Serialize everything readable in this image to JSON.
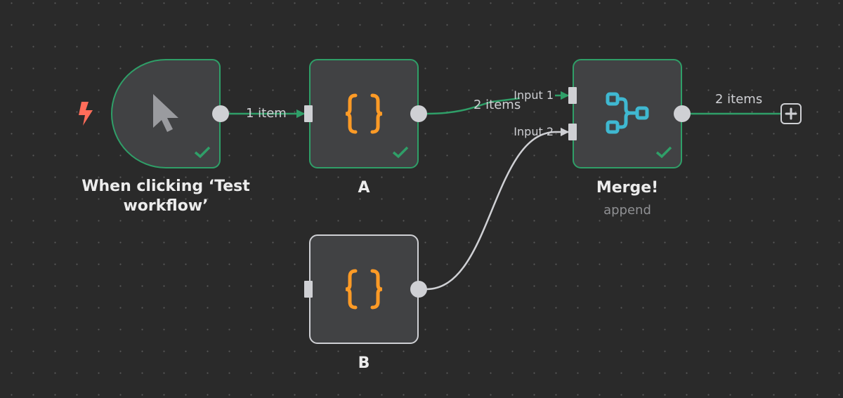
{
  "canvas": {
    "background": "#2a2a2a",
    "colors": {
      "success": "#2f9f68",
      "idle": "#cfd0d4",
      "code_icon": "#ff9b26",
      "merge_icon": "#3fb8d1",
      "trigger_bolt": "#ff6d5a"
    }
  },
  "nodes": {
    "trigger": {
      "label": "When clicking ‘Test workflow’",
      "icon": "cursor-pointer-icon",
      "status": "success"
    },
    "a": {
      "label": "A",
      "icon": "code-braces-icon",
      "status": "success"
    },
    "b": {
      "label": "B",
      "icon": "code-braces-icon",
      "status": "idle"
    },
    "merge": {
      "label": "Merge!",
      "sublabel": "append",
      "icon": "merge-icon",
      "status": "success",
      "inputs": [
        "Input 1",
        "Input 2"
      ]
    }
  },
  "connections": [
    {
      "from": "trigger",
      "to": "a",
      "label": "1 item",
      "status": "success"
    },
    {
      "from": "a",
      "to": "merge.input1",
      "label": "2 items",
      "status": "success"
    },
    {
      "from": "b",
      "to": "merge.input2",
      "label": "",
      "status": "idle"
    },
    {
      "from": "merge",
      "to": "add",
      "label": "2 items",
      "status": "success"
    }
  ]
}
